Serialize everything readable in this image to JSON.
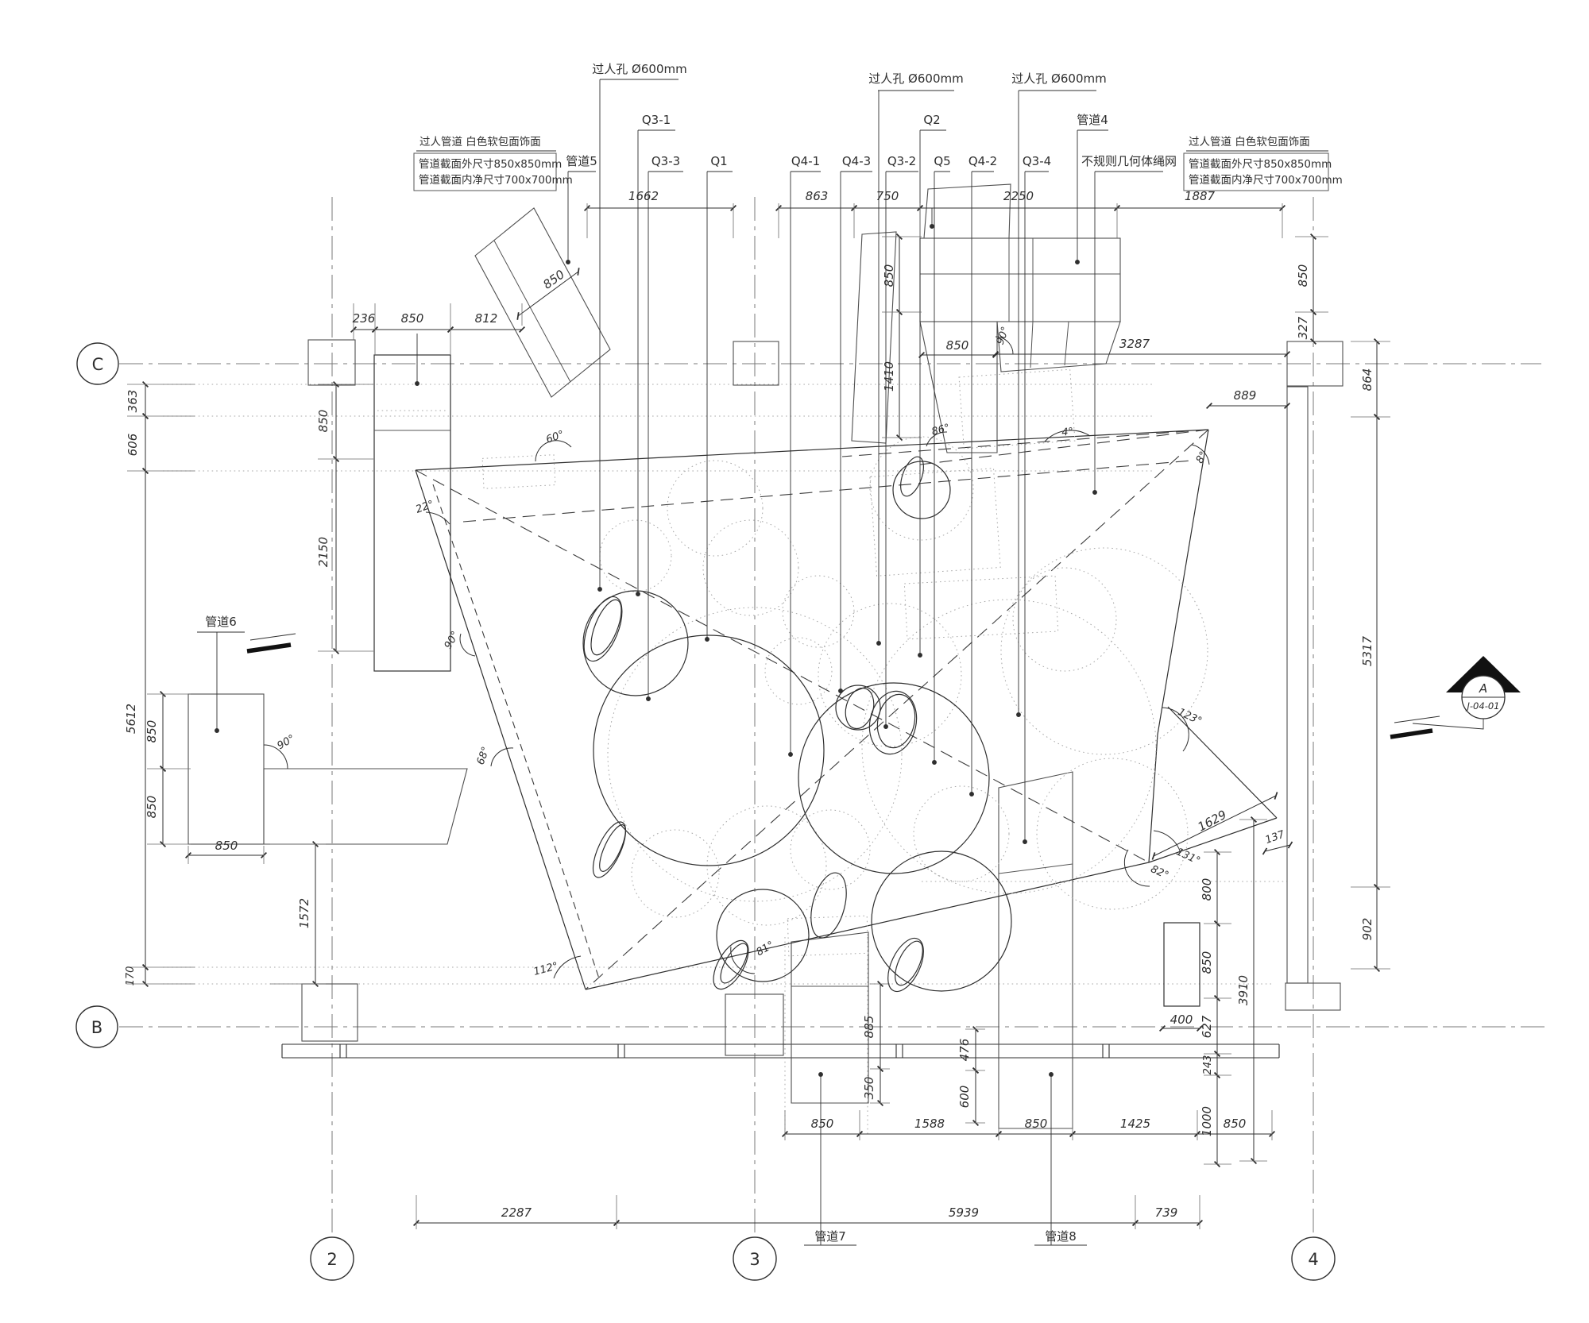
{
  "grid": {
    "rows": [
      {
        "label": "C"
      },
      {
        "label": "B"
      }
    ],
    "cols": [
      {
        "label": "2"
      },
      {
        "label": "3"
      },
      {
        "label": "4"
      }
    ]
  },
  "callouts": {
    "manhole1": "过人孔 Ø600mm",
    "manhole2": "过人孔 Ø600mm",
    "manhole3": "过人孔 Ø600mm",
    "q31": "Q3-1",
    "q2": "Q2",
    "duct4": "管道4",
    "duct5": "管道5",
    "q33": "Q3-3",
    "q1": "Q1",
    "q41": "Q4-1",
    "q43": "Q4-3",
    "q32": "Q3-2",
    "q5": "Q5",
    "q42": "Q4-2",
    "q34": "Q3-4",
    "ropenet": "不规则几何体绳网",
    "duct6": "管道6",
    "duct7": "管道7",
    "duct8": "管道8"
  },
  "spec_block": {
    "title": "过人管道 白色软包面饰面",
    "line1": "管道截面外尺寸850x850mm",
    "line2": "管道截面内净尺寸700x700mm"
  },
  "detail_marker": {
    "letter": "A",
    "sheet": "J-04-01"
  },
  "dims": {
    "top": [
      "1662",
      "863",
      "750",
      "2250",
      "1887"
    ],
    "row2": [
      "236",
      "850",
      "812"
    ],
    "diag": "850",
    "left": [
      "363",
      "606",
      "5612",
      "170"
    ],
    "left2": [
      "850",
      "2150"
    ],
    "pipe6": [
      "850",
      "850",
      "850",
      "1572"
    ],
    "tr": [
      "850",
      "1410",
      "850",
      "3287",
      "889"
    ],
    "right_top": [
      "850",
      "327"
    ],
    "right": [
      "864",
      "5317",
      "902"
    ],
    "br": [
      "800",
      "850",
      "627",
      "243",
      "1000",
      "3910",
      "400",
      "137",
      "1629"
    ],
    "cb": [
      "885",
      "350",
      "476",
      "600"
    ],
    "rowA": [
      "850",
      "1588",
      "850",
      "1425",
      "850"
    ],
    "rowB": [
      "2287",
      "5939",
      "739"
    ]
  },
  "angles": {
    "a60": "60°",
    "a22": "22°",
    "a90a": "90°",
    "a90b": "90°",
    "a90c": "90°",
    "a86": "86°",
    "a112": "112°",
    "a68": "68°",
    "a81": "81°",
    "a123": "123°",
    "a131": "131°",
    "a82": "82°",
    "a4": "4°",
    "a8": "8°"
  }
}
